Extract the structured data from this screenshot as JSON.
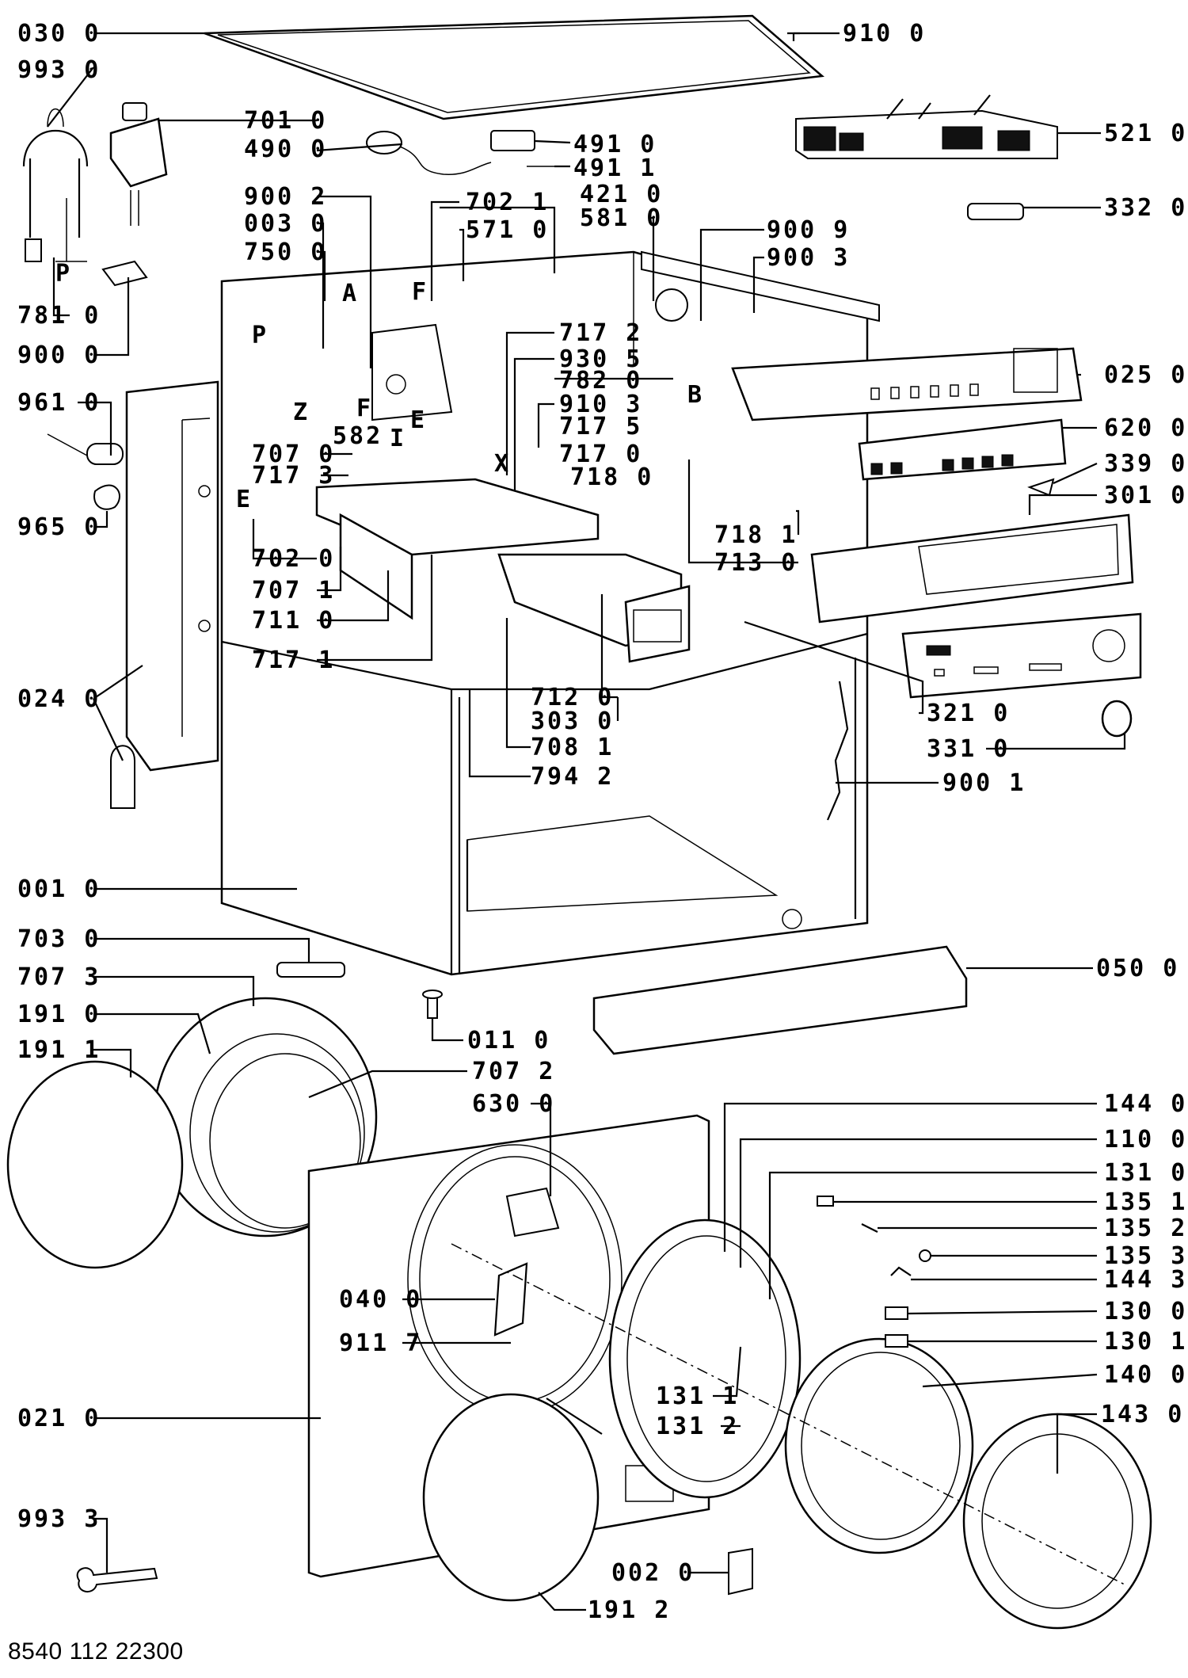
{
  "document_number": "8540 112 22300",
  "callouts": [
    "030 0",
    "910 0",
    "993 0",
    "701 0",
    "490 0",
    "491 0",
    "491 1",
    "521 0",
    "332 0",
    "900 2",
    "003 0",
    "750 0",
    "702 1",
    "571 0",
    "421 0",
    "581 0",
    "900 9",
    "900 3",
    "781 0",
    "900 0",
    "025 0",
    "717 2",
    "930 5",
    "782 0",
    "961 0",
    "910 3",
    "717 5",
    "717 0",
    "620 0",
    "339 0",
    "707 0",
    "717 3",
    "718 0",
    "301 0",
    "965 0",
    "702 0",
    "718 1",
    "713 0",
    "707 1",
    "711 0",
    "717 1",
    "712 0",
    "303 0",
    "321 0",
    "708 1",
    "331 0",
    "024 0",
    "794 2",
    "900 1",
    "001 0",
    "703 0",
    "050 0",
    "707 3",
    "191 0",
    "011 0",
    "191 1",
    "707 2",
    "630 0",
    "144 0",
    "110 0",
    "131 0",
    "135 1",
    "135 2",
    "135 3",
    "144 3",
    "040 0",
    "130 0",
    "911 7",
    "130 1",
    "140 0",
    "131 1",
    "131 2",
    "021 0",
    "143 0",
    "993 3",
    "002 0",
    "191 2"
  ],
  "letter_markers": [
    "A",
    "P",
    "F",
    "P",
    "Z",
    "F",
    "E",
    "582",
    "I",
    "B",
    "X",
    "E"
  ]
}
